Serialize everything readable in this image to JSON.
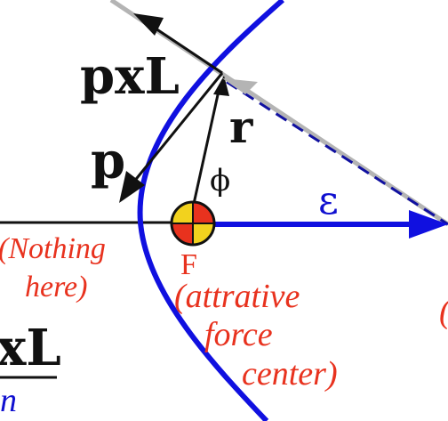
{
  "labels": {
    "pxL": "pxL",
    "r": "r",
    "p": "p",
    "phi": "ϕ",
    "epsilon": "ε",
    "focus": "F",
    "nothing_line1": "(Nothing",
    "nothing_line2": "here)",
    "attractive_line1": "(attrative",
    "attractive_line2": "force",
    "attractive_line3": "center)",
    "left_pxL_fragment": "xL",
    "left_bottom_fragment": "n",
    "right_edge_fragment": "("
  },
  "colors": {
    "orbit": "#1010e0",
    "epsilon_vector": "#1010e0",
    "vectors": "#111111",
    "tangent_gray": "#b4b4b4",
    "annotation_red": "#e8321e",
    "focus_red": "#e8321e",
    "focus_yellow": "#f2d21e"
  },
  "icons": {
    "focus_marker": "quartered-circle-icon"
  }
}
